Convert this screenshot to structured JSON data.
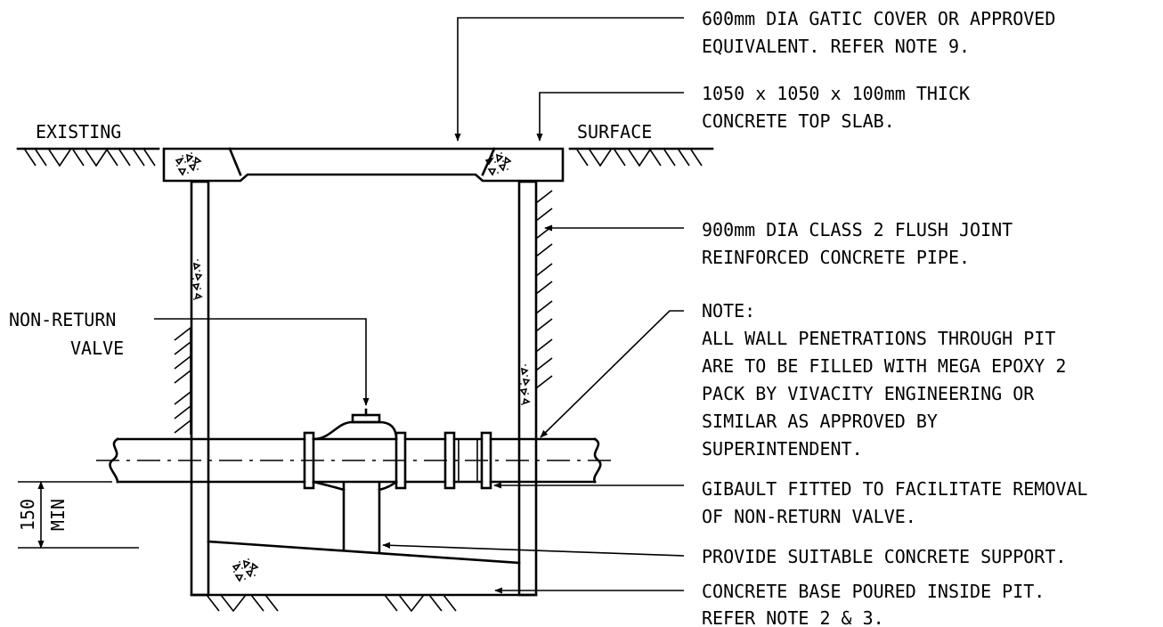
{
  "ground": {
    "left_label": "EXISTING",
    "right_label": "SURFACE"
  },
  "callouts": {
    "cover": [
      "600mm DIA GATIC COVER OR APPROVED",
      "EQUIVALENT. REFER NOTE 9."
    ],
    "slab": [
      "1050 x 1050 x 100mm THICK",
      "CONCRETE TOP SLAB."
    ],
    "pipe": [
      "900mm DIA CLASS 2 FLUSH JOINT",
      "REINFORCED CONCRETE PIPE."
    ],
    "note_heading": "NOTE:",
    "note": [
      "ALL WALL PENETRATIONS THROUGH PIT",
      "ARE TO BE FILLED WITH MEGA EPOXY 2",
      "PACK BY VIVACITY ENGINEERING OR",
      "SIMILAR AS APPROVED BY",
      "SUPERINTENDENT."
    ],
    "gibault": [
      "GIBAULT FITTED TO FACILITATE REMOVAL",
      "OF NON-RETURN VALVE."
    ],
    "support": "PROVIDE SUITABLE CONCRETE SUPPORT.",
    "base": [
      "CONCRETE BASE POURED INSIDE PIT.",
      "REFER NOTE 2 & 3."
    ],
    "valve": [
      "NON-RETURN",
      "VALVE"
    ]
  },
  "dimension": {
    "value": "150",
    "suffix": "MIN"
  }
}
